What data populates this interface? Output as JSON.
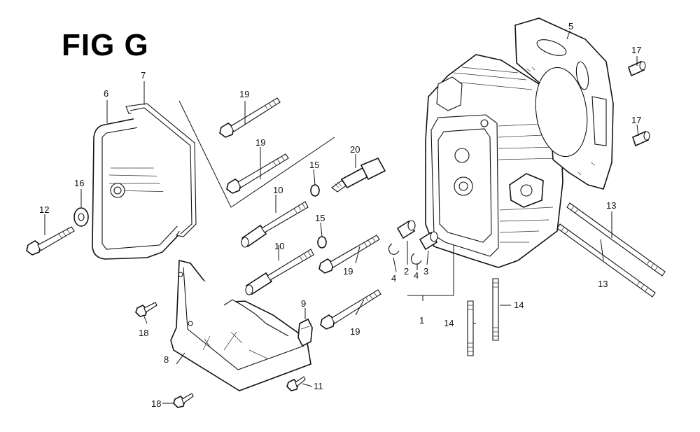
{
  "figure": {
    "title": "FIG G"
  },
  "callouts": {
    "c1": "1",
    "c2": "2",
    "c3": "3",
    "c4a": "4",
    "c4b": "4",
    "c5": "5",
    "c6": "6",
    "c7": "7",
    "c8": "8",
    "c9": "9",
    "c10a": "10",
    "c10b": "10",
    "c11": "11",
    "c12": "12",
    "c13a": "13",
    "c13b": "13",
    "c14a": "14",
    "c14b": "14",
    "c15a": "15",
    "c15b": "15",
    "c16": "16",
    "c17a": "17",
    "c17b": "17",
    "c18a": "18",
    "c18b": "18",
    "c19a": "19",
    "c19b": "19",
    "c19c": "19",
    "c19d": "19",
    "c20": "20"
  },
  "colors": {
    "line": "#111111",
    "background": "#ffffff"
  }
}
